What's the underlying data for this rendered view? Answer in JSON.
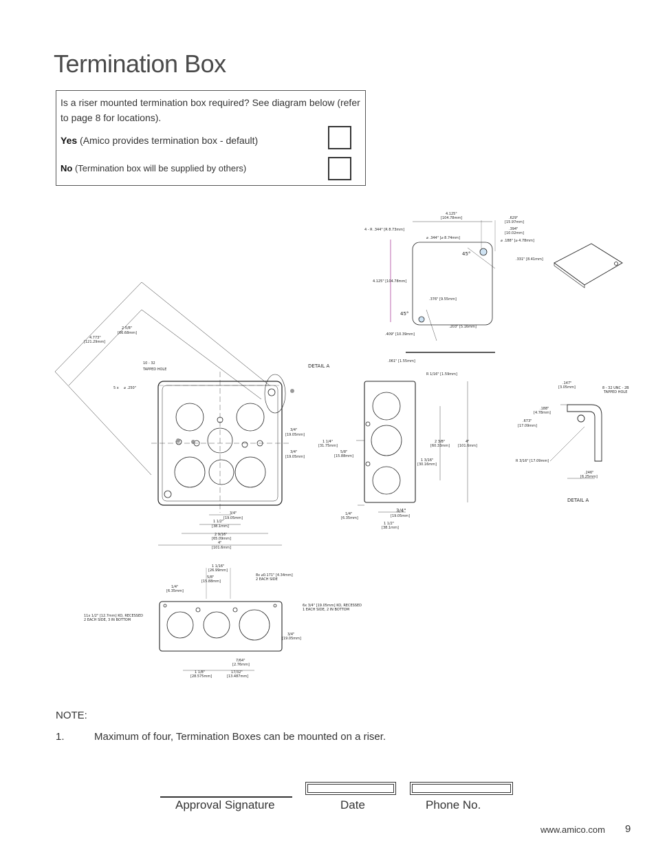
{
  "page": {
    "title": "Termination Box",
    "page_number": "9",
    "footer_url": "www.amico.com"
  },
  "question": {
    "text": "Is a riser mounted termination box required? See diagram below (refer to page 8 for locations).",
    "yes_label": "Yes",
    "yes_desc": " (Amico provides termination box - default)",
    "no_label": "No",
    "no_desc": " (Termination box will be supplied by others)"
  },
  "diagram": {
    "cover_labels": {
      "w": "4.125\"",
      "w_mm": "[104.78mm]",
      "holes": "4 - R .344\" [R 8.73mm]",
      "h": "4.125\" [104.78mm]",
      "d344": "⌀ .344\" [⌀ 8.74mm]",
      "d629": ".629\"",
      "d629mm": "[15.97mm]",
      "d394": ".394\"",
      "d394mm": "[10.02mm]",
      "d188": "⌀ .188\" [⌀ 4.78mm]",
      "d331": ".331\" [8.41mm]",
      "ang1": "45°",
      "ang2": "45°",
      "d376": ".376\" [9.55mm]",
      "d203": ".203\" [5.16mm]",
      "d409": ".409\" [10.39mm]",
      "d061": ".061\" [1.55mm]"
    },
    "box_labels": {
      "d4773": "4.773\"",
      "d4773mm": "[121.29mm]",
      "d258": "2 5/8\"",
      "d258mm": "[66.68mm]",
      "tapped": "10 - 32",
      "tapped2": "TAPPED HOLE",
      "holes5": "5 x",
      "holes5d": "⌀ .250\"",
      "detail_a": "DETAIL A",
      "d34a": "3/4\"",
      "d34amm": "[19.05mm]",
      "d34b": "3/4\"",
      "d34bmm": "[19.05mm]",
      "d34c": "3/4\"",
      "d34cmm": "[19.05mm]",
      "d112": "1 1/2\"",
      "d112mm": "[38.1mm]",
      "d2916": "2 9/16\"",
      "d2916mm": "[65.09mm]",
      "d4": "4\"",
      "d4mm": "[101.6mm]"
    },
    "side_labels": {
      "r116": "R 1/16\" [1.59mm]",
      "d114": "1 1/4\"",
      "d114mm": "[31.75mm]",
      "d58": "5/8\"",
      "d58mm": "[15.88mm]",
      "d238": "2 3/8\"",
      "d238mm": "[60.33mm]",
      "d1316": "1 3/16\"",
      "d1316mm": "[30.16mm]",
      "d4": "4\"",
      "d4mm": "[101.6mm]",
      "d14": "1/4\"",
      "d14mm": "[6.35mm]",
      "d34": "3/4\"",
      "d34mm": "[19.05mm]",
      "d112": "1 1/2\"",
      "d112mm": "[38.1mm]"
    },
    "detail_labels": {
      "d147": ".147\"",
      "d147mm": "[3.05mm]",
      "tap": "8 - 32 UNC - 2B",
      "tap2": "TAPPED HOLE",
      "d188": ".188\"",
      "d188mm": "[4.78mm]",
      "d673": ".673\"",
      "d673mm": "[17.09mm]",
      "r316": "R 3/16\" [17.09mm]",
      "d246": ".246\"",
      "d246mm": "[6.25mm]",
      "title": "DETAIL A"
    },
    "bottom_labels": {
      "d1116": "1 1/16\"",
      "d1116mm": "[26.99mm]",
      "d58": "5/8\"",
      "d58mm": "[15.88mm]",
      "d14": "1/4\"",
      "d14mm": "[6.35mm]",
      "ko8": "8x   ⌀0.171\" [4.34mm]",
      "ko8b": "2 EACH SIDE",
      "ko11": "11x  1/2\" [12.7mm] KO, RECESSED",
      "ko11b": "2 EACH SIDE, 3 IN BOTTOM",
      "ko6": "6x  3/4\" [19.05mm] KO, RECESSED",
      "ko6b": "1 EACH SIDE, 2 IN BOTTOM",
      "d34": "3/4\"",
      "d34mm": "[19.05mm]",
      "d764": "7/64\"",
      "d764mm": "[2.76mm]",
      "d118": "1 1/8\"",
      "d118mm": "[28.575mm]",
      "d1732": "17/32\"",
      "d1732mm": "[13.487mm]"
    }
  },
  "note": {
    "heading": "NOTE:",
    "items": [
      {
        "num": "1.",
        "text": "Maximum of four, Termination Boxes can be mounted on a riser."
      }
    ]
  },
  "signature": {
    "approval_label": "Approval Signature",
    "date_label": "Date",
    "phone_label": "Phone No."
  }
}
